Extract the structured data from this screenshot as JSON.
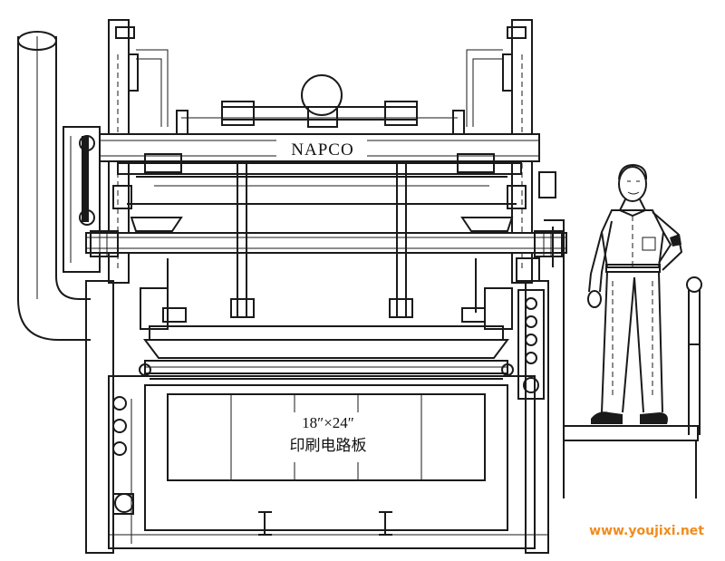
{
  "machine": {
    "brand_label": "NAPCO"
  },
  "board": {
    "size_label": "18″×24″",
    "name_label": "印刷电路板"
  },
  "watermark": {
    "text": "www.youjixi.net",
    "color": "#f08c1e"
  }
}
